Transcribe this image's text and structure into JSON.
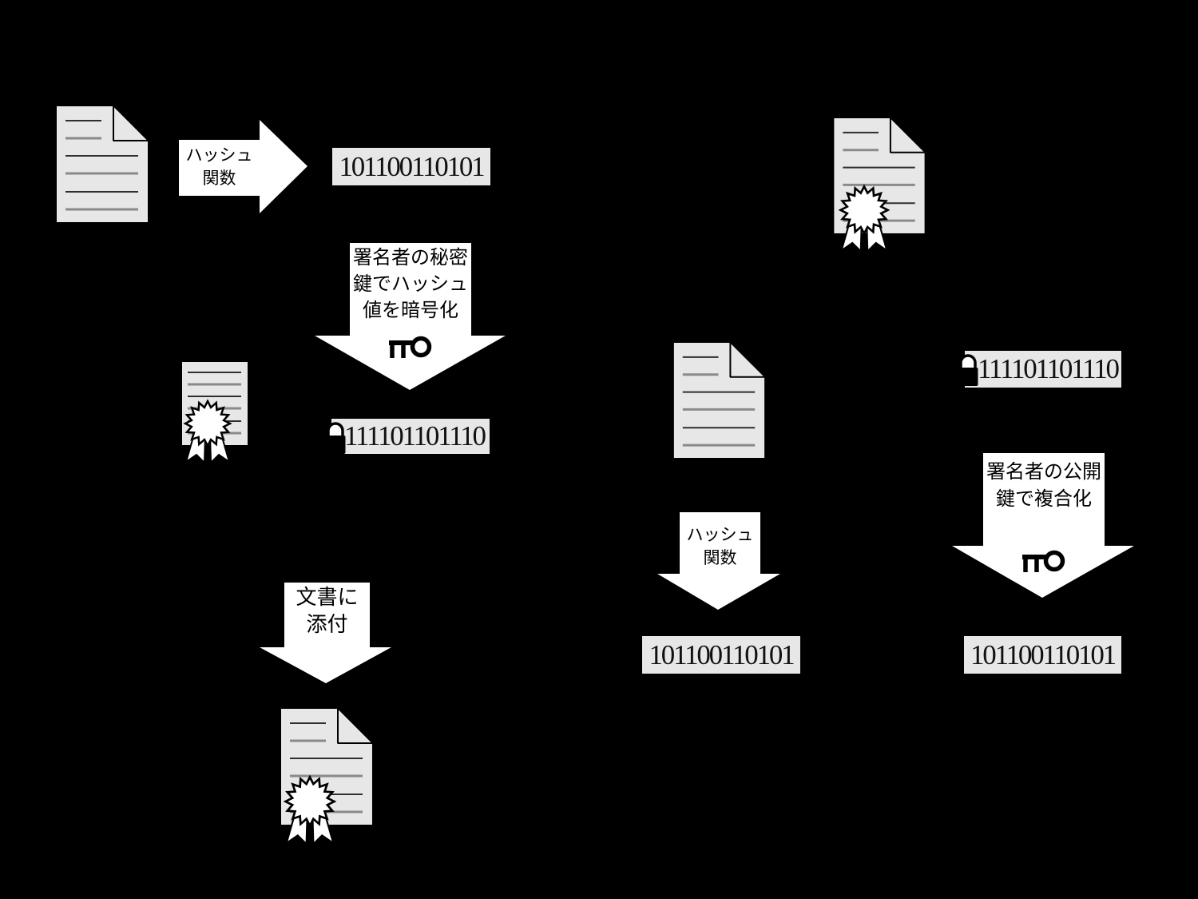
{
  "signing": {
    "hash_arrow": {
      "lines": [
        "ハッシュ",
        "関数"
      ]
    },
    "hash_value": "101100110101",
    "encrypt_arrow": {
      "lines": [
        "署名者の秘密",
        "鍵でハッシュ",
        "値を暗号化"
      ]
    },
    "signature_value": "111101101110",
    "attach_arrow": {
      "lines": [
        "文書に",
        "添付"
      ]
    }
  },
  "verification": {
    "encrypted_signature_value": "111101101110",
    "decrypt_arrow": {
      "lines": [
        "署名者の公開",
        "鍵で複合化"
      ]
    },
    "hash_arrow": {
      "lines": [
        "ハッシュ",
        "関数"
      ]
    },
    "hash_value": "101100110101",
    "decrypted_hash_value": "101100110101"
  },
  "colors": {
    "background": "#000000",
    "panel": "#e7e7e7",
    "arrow": "#ffffff",
    "text": "#111111"
  },
  "icons": {
    "document": "document-icon",
    "certificate_document": "certificate-document-icon",
    "award_seal": "award-seal-icon",
    "padlock": "padlock-icon",
    "key": "key-icon"
  }
}
